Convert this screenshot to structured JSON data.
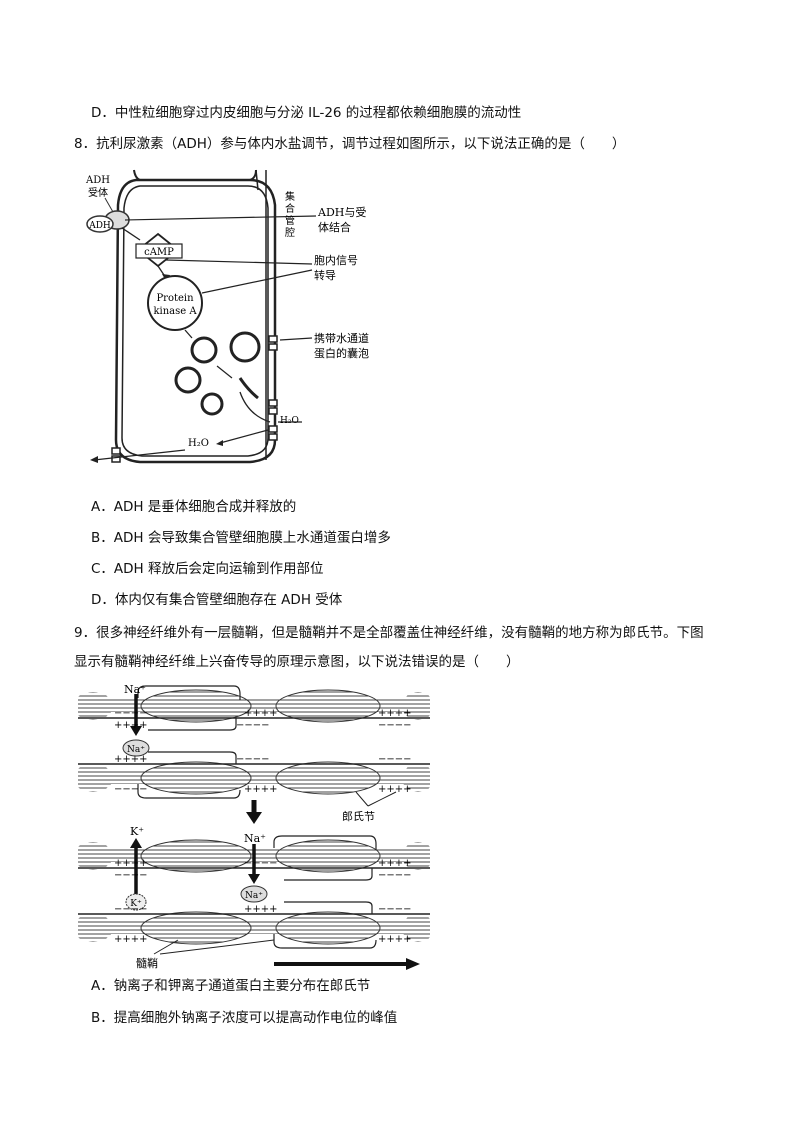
{
  "prev_question": {
    "option_d": "D．中性粒细胞穿过内皮细胞与分泌 IL-26 的过程都依赖细胞膜的流动性"
  },
  "q8": {
    "stem": "8．抗利尿激素（ADH）参与体内水盐调节，调节过程如图所示，以下说法正确的是（　　）",
    "figure": {
      "adh_receptor": [
        "ADH",
        "受体"
      ],
      "adh": "ADH",
      "camp": "cAMP",
      "pka": [
        "Protein",
        "kinase A"
      ],
      "duct_lumen": [
        "集",
        "合",
        "管",
        "腔"
      ],
      "binding": [
        "ADH与受",
        "体结合"
      ],
      "signal": [
        "胞内信号",
        "转导"
      ],
      "vesicle": [
        "携带水通道",
        "蛋白的囊泡"
      ],
      "water_in": "H₂O",
      "water_out": "H₂O"
    },
    "options": [
      "A．ADH 是垂体细胞合成并释放的",
      "B．ADH 会导致集合管壁细胞膜上水通道蛋白增多",
      "C．ADH 释放后会定向运输到作用部位",
      "D．体内仅有集合管壁细胞存在 ADH 受体"
    ]
  },
  "q9": {
    "stem_line1": "9．很多神经纤维外有一层髓鞘，但是髓鞘并不是全部覆盖住神经纤维，没有髓鞘的地方称为郎氏节。下图",
    "stem_line2": "显示有髓鞘神经纤维上兴奋传导的原理示意图，以下说法错误的是（　　）",
    "figure": {
      "na_top": "Na⁺",
      "na_circle": "Na⁺",
      "k_top": "K⁺",
      "k_circle": "K⁺",
      "na_top2": "Na⁺",
      "na_circle2": "Na⁺",
      "node_label": "郎氏节",
      "myelin_label": "髓鞘",
      "plus4": "++++",
      "minus4": "−−−−"
    },
    "options": [
      "A．钠离子和钾离子通道蛋白主要分布在郎氏节",
      "B．提高细胞外钠离子浓度可以提高动作电位的峰值"
    ]
  }
}
